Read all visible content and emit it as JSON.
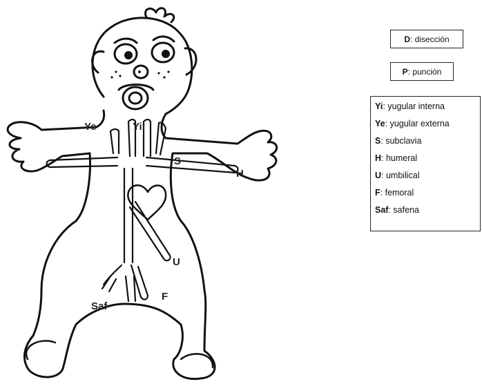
{
  "boxes": {
    "diseccion": {
      "abbr": "D",
      "text": "disección"
    },
    "puncion": {
      "abbr": "P",
      "text": "punción"
    }
  },
  "legend": [
    {
      "abbr": "Yi",
      "text": "yugular interna"
    },
    {
      "abbr": "Ye",
      "text": "yugular externa"
    },
    {
      "abbr": "S",
      "text": "subclavia"
    },
    {
      "abbr": "H",
      "text": "humeral"
    },
    {
      "abbr": "U",
      "text": "umbilical"
    },
    {
      "abbr": "F",
      "text": "femoral"
    },
    {
      "abbr": "Saf",
      "text": "safena"
    }
  ],
  "figure_labels": {
    "ye": "Ye",
    "yi": "Yi",
    "s": "S",
    "h": "H",
    "u": "U",
    "saf": "Saf",
    "f": "F"
  },
  "separator": ": "
}
